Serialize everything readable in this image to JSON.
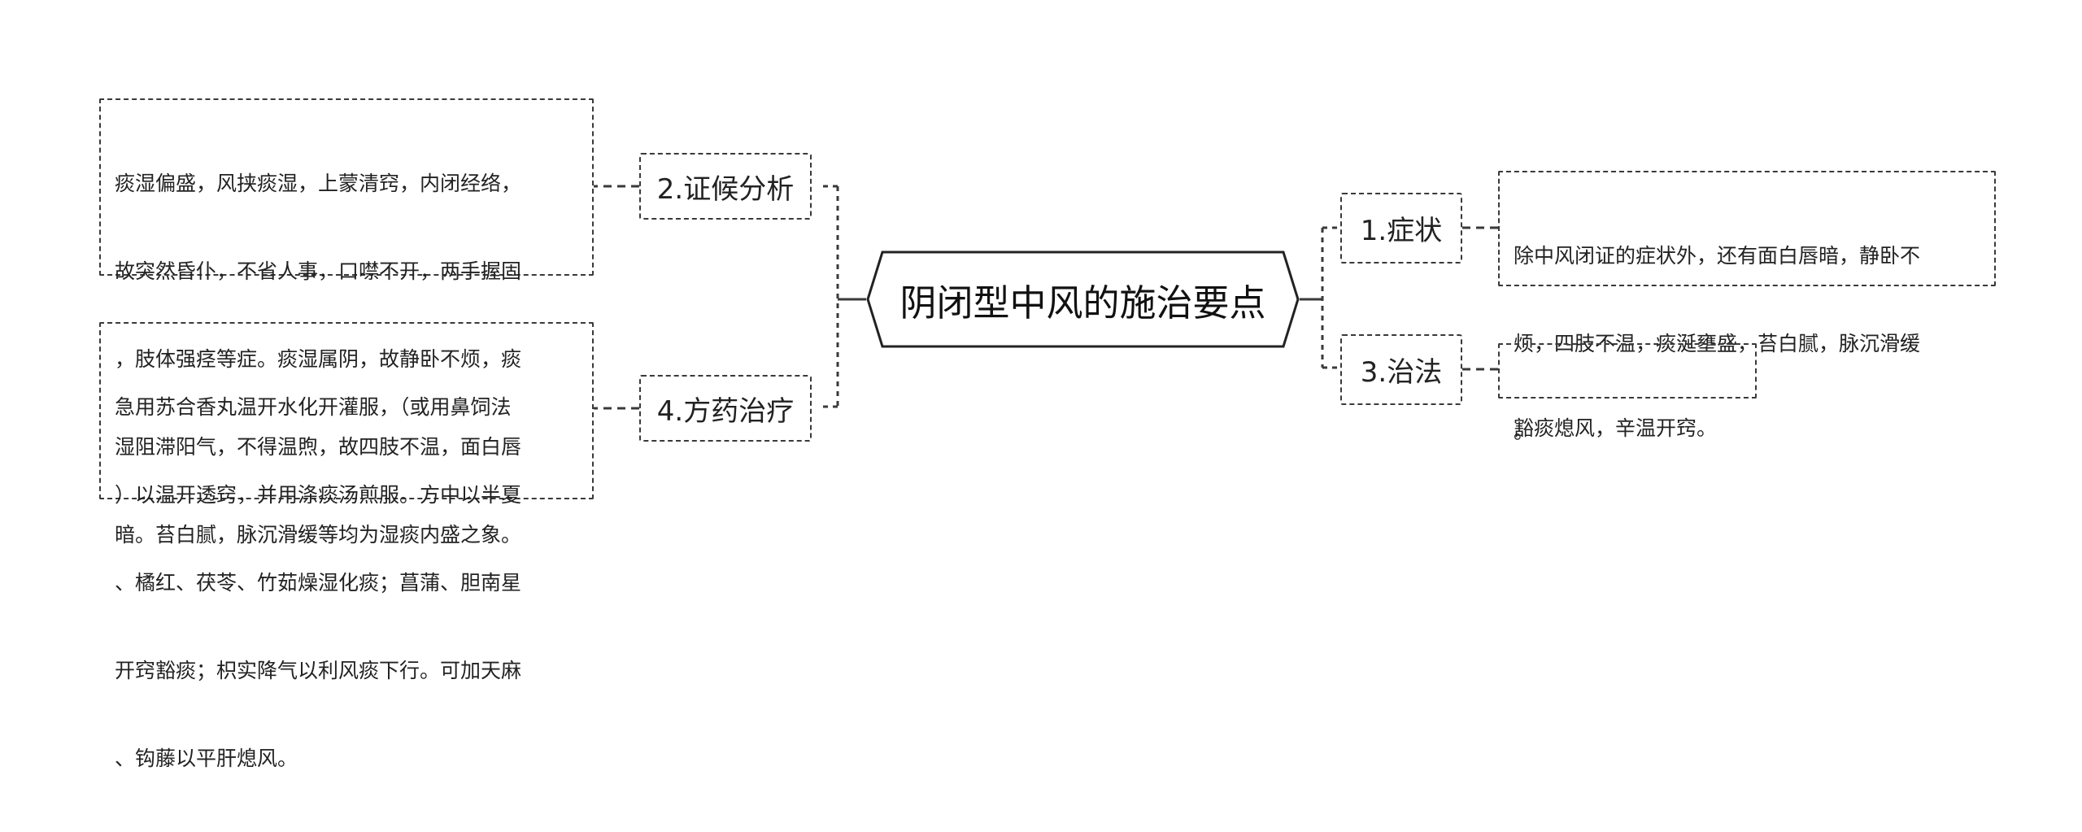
{
  "root": {
    "label": "阴闭型中风的施治要点"
  },
  "branches": {
    "symptoms": {
      "label": "1.症状",
      "detail_lines": [
        "除中风闭证的症状外，还有面白唇暗，静卧不",
        "烦，四肢不温，痰涎壅盛，苔白腻，脉沉滑缓",
        "。"
      ]
    },
    "syndrome": {
      "label": "2.证候分析",
      "detail_lines": [
        "痰湿偏盛，风挟痰湿，上蒙清窍，内闭经络，",
        "故突然昏仆，不省人事，口噤不开，两手握固",
        "，肢体强痉等症。痰湿属阴，故静卧不烦，痰",
        "湿阻滞阳气，不得温煦，故四肢不温，面白唇",
        "暗。苔白腻，脉沉滑缓等均为湿痰内盛之象。"
      ]
    },
    "treatment": {
      "label": "3.治法",
      "detail_lines": [
        "豁痰熄风，辛温开窍。"
      ]
    },
    "prescription": {
      "label": "4.方药治疗",
      "detail_lines": [
        "急用苏合香丸温开水化开灌服，（或用鼻饲法",
        "）以温开透窍，并用涤痰汤煎服。方中以半夏",
        "、橘红、茯苓、竹茹燥湿化痰；菖蒲、胆南星",
        "开窍豁痰；枳实降气以利风痰下行。可加天麻",
        "、钩藤以平肝熄风。"
      ]
    }
  },
  "colors": {
    "line": "#3a3a3a",
    "text": "#222222",
    "background": "#ffffff"
  }
}
